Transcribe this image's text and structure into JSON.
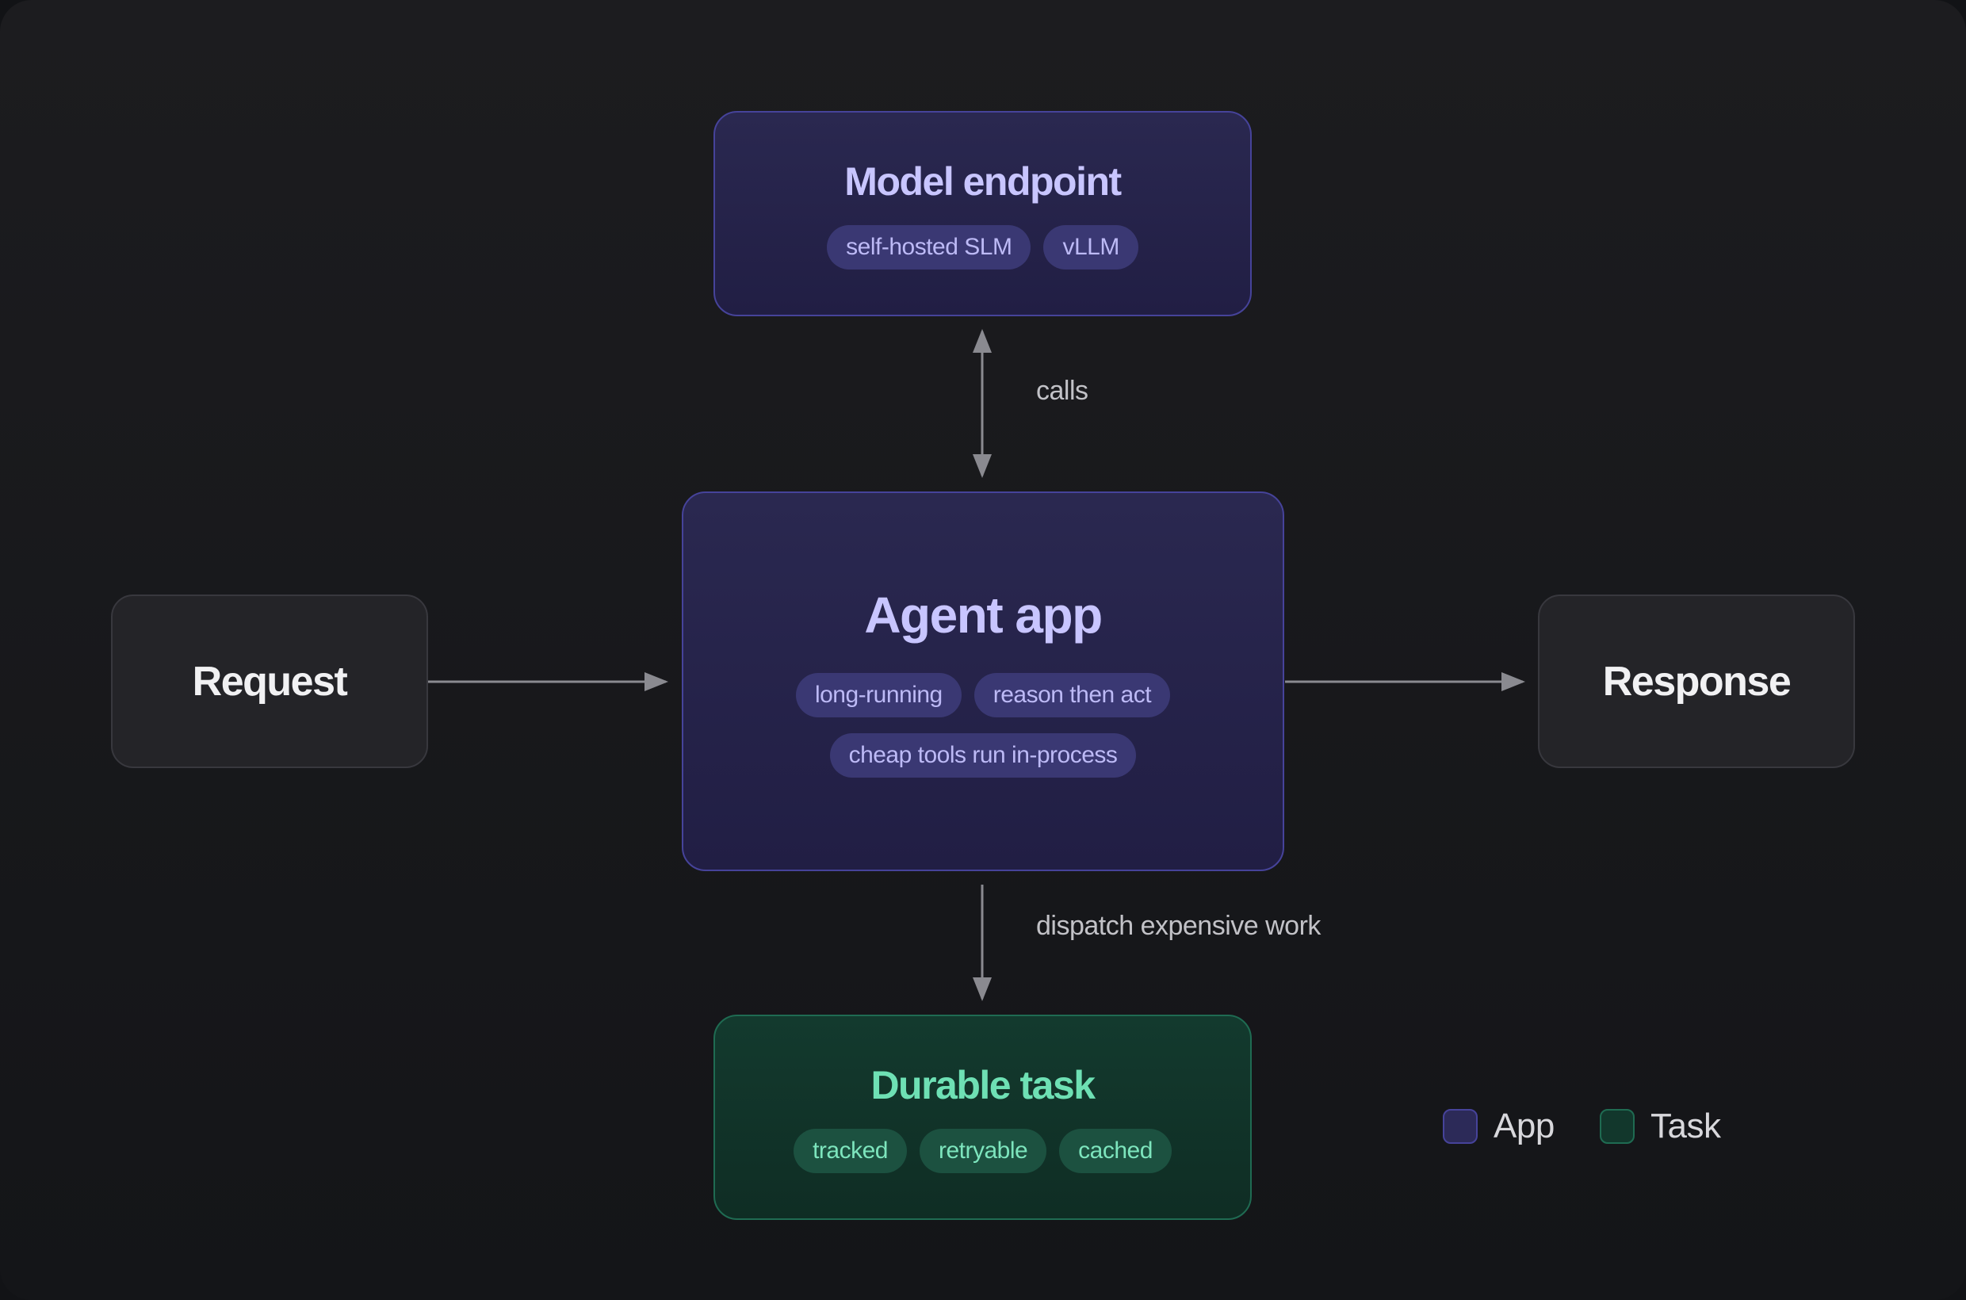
{
  "nodes": {
    "model_endpoint": {
      "title": "Model endpoint",
      "tags": [
        "self-hosted SLM",
        "vLLM"
      ]
    },
    "agent_app": {
      "title": "Agent app",
      "tags": [
        "long-running",
        "reason then act",
        "cheap tools run in-process"
      ]
    },
    "durable_task": {
      "title": "Durable task",
      "tags": [
        "tracked",
        "retryable",
        "cached"
      ]
    },
    "request": {
      "title": "Request"
    },
    "response": {
      "title": "Response"
    }
  },
  "edges": {
    "calls": "calls",
    "dispatch": "dispatch expensive work"
  },
  "legend": {
    "app": "App",
    "task": "Task"
  },
  "colors": {
    "app_fill": "#2a2850",
    "app_border": "#46439a",
    "app_title": "#c8c5ff",
    "task_fill": "#133a2e",
    "task_border": "#1f6b52",
    "task_title": "#6ee0b4",
    "neutral_fill": "#242428",
    "arrow": "#8a8a90",
    "background": "#18181b"
  }
}
